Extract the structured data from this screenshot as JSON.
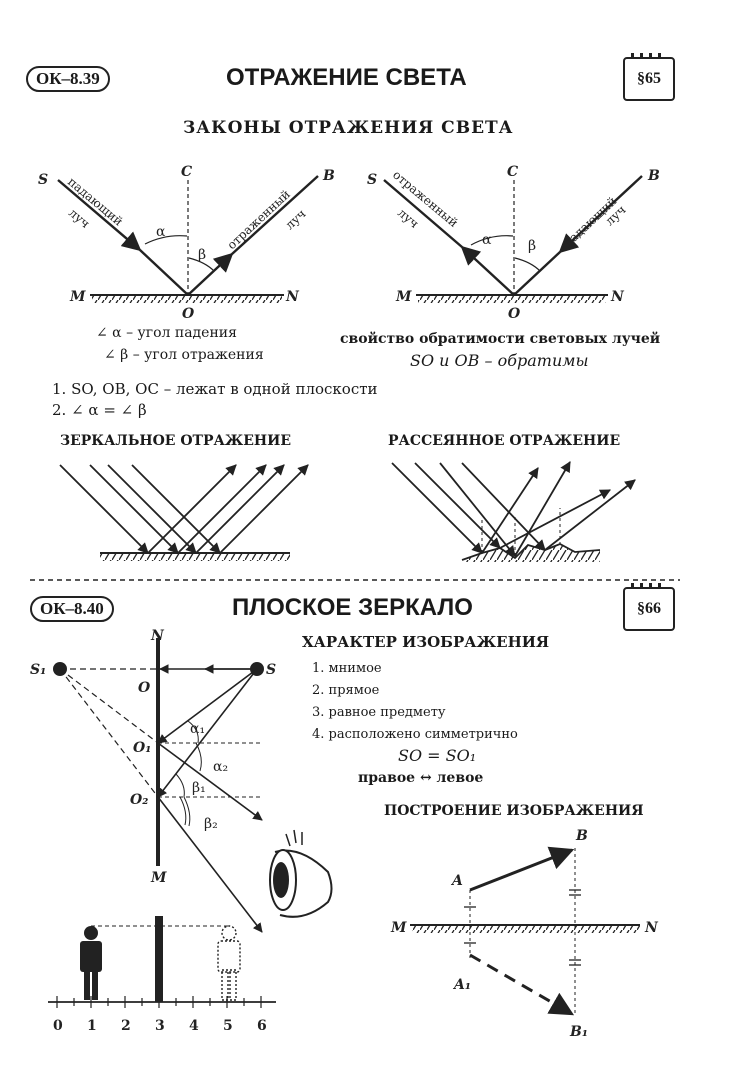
{
  "section1": {
    "code": "ОК–8.39",
    "title": "ОТРАЖЕНИЕ СВЕТА",
    "paragraph": "§65",
    "laws_title": "ЗАКОНЫ ОТРАЖЕНИЯ СВЕТА",
    "fig1": {
      "S": "S",
      "C": "C",
      "B": "B",
      "M": "M",
      "N": "N",
      "O": "O",
      "alpha": "α",
      "beta": "β",
      "incident_1": "падающий",
      "incident_2": "луч",
      "reflected_1": "отраженный",
      "reflected_2": "луч"
    },
    "fig2": {
      "S": "S",
      "C": "C",
      "B": "B",
      "M": "M",
      "N": "N",
      "O": "O",
      "alpha": "α",
      "beta": "β",
      "reflected_1": "отраженный",
      "reflected_2": "луч",
      "incident_1": "падающий",
      "incident_2": "луч"
    },
    "def_alpha": "∠ α – угол падения",
    "def_beta": "∠ β – угол отражения",
    "reversibility": "свойство обратимости световых лучей",
    "reversible": "SO и OB – обратимы",
    "law1": "1. SO, OB, OC – лежат в одной плоскости",
    "law2": "2. ∠ α = ∠ β",
    "specular": "ЗЕРКАЛЬНОЕ ОТРАЖЕНИЕ",
    "diffuse": "РАССЕЯННОЕ  ОТРАЖЕНИЕ"
  },
  "section2": {
    "code": "ОК–8.40",
    "title": "ПЛОСКОЕ ЗЕРКАЛО",
    "paragraph": "§66",
    "labels": {
      "N": "N",
      "M": "M",
      "S1": "S₁",
      "S": "S",
      "O": "O",
      "O1": "O₁",
      "O2": "O₂",
      "alpha1": "α₁",
      "alpha2": "α₂",
      "beta1": "β₁",
      "beta2": "β₂"
    },
    "image_char_title": "ХАРАКТЕР ИЗОБРАЖЕНИЯ",
    "characteristics": [
      "1. мнимое",
      "2. прямое",
      "3. равное предмету",
      "4. расположено симметрично"
    ],
    "equation": "SO = SO₁",
    "lr": "правое ↔ левое",
    "construction_title": "ПОСТРОЕНИЕ ИЗОБРАЖЕНИЯ",
    "construction": {
      "A": "A",
      "B": "B",
      "A1": "A₁",
      "B1": "B₁",
      "M": "M",
      "N": "N"
    },
    "scale": [
      "0",
      "1",
      "2",
      "3",
      "4",
      "5",
      "6"
    ]
  }
}
